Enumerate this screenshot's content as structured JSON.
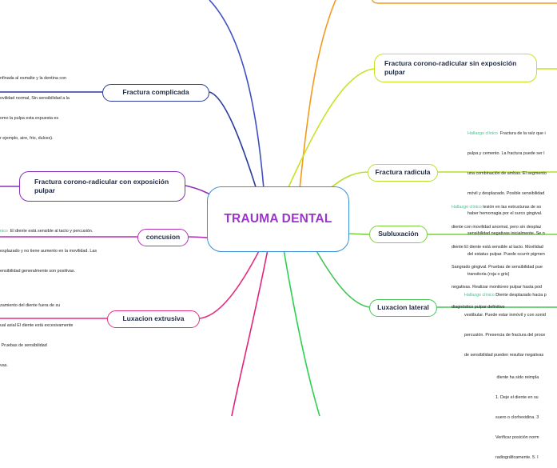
{
  "center": {
    "title": "TRAUMA DENTAL"
  },
  "branches": {
    "fractura_complicada": "Fractura complicada",
    "fractura_corono_radicular_con": "Fractura corono-radicular con exposición pulpar",
    "concusion": "concusion",
    "luxacion_extrusiva": "Luxacion extrusiva",
    "fractura_corono_radicular_sin": "Fractura corono-radicular sin exposición pulpar",
    "fractura_radicula": "Fractura radicula",
    "subluxacion": "Subluxación",
    "luxacion_lateral": "Luxacion lateral"
  },
  "notes": {
    "fractura_complicada": [
      "nfinada al esmalte y la dentina con",
      "ovilidad normal, Sin sensibilidad a la",
      "omo la pulpa esta expuesta es",
      "r ejemplo, aire, frio, dulces)."
    ],
    "concusion": {
      "label": "nico",
      "lines": [
        "  El diente está sensible al tacto y percusión.",
        "esplazado y no tiene aumento en la movilidad. Las",
        "ensibilidad generalmente son positivas."
      ]
    },
    "luxacion_extrusiva": [
      "zamiento del diente fuera de su",
      "ual axial El diente está excesivamente",
      " Pruebas de sensibilidad",
      "vas."
    ],
    "fractura_radicula": {
      "label": "Hallazgo clínico",
      "lines": [
        "  Fractura de la raíz que i",
        "pulpa y cemento. La fractura puede ser l",
        "una combinación de ambas. El segmento",
        "móvil y desplazado. Posible sensibilidad",
        "haber hemorragia por el surco gingival.",
        "sensibilidad negativas inicialmente. Se n",
        "del estatus pulpar. Puede ocurrir pigmen",
        "transitoria (roja o gris)"
      ]
    },
    "subluxacion": {
      "label": "Hallazgo clínico",
      "lines": [
        " lesión en las estructuras de so",
        "diente con movilidad anormal, pero sin desplaz",
        "diente El diente está sensible al tacto. Movilidad",
        "Sangrado gingival. Pruebas de sensibilidad pue",
        "negativas. Realizar monitoreo pulpar hasta pod",
        "diagnóstico pulpar definitivo"
      ]
    },
    "luxacion_lateral": {
      "label": "Hallazgo clínico",
      "lines": [
        " Diente desplazado hacia p",
        "vestibular. Puede estar inmóvil y con sonid",
        "percusión. Presencia de fractura del proce",
        "de sensibilidad pueden resultar negativas"
      ]
    },
    "bottom_right": [
      " diente ha sido reimpla",
      "1. Deje el diente en su",
      "suero o clorhexidina. 3",
      "Verificar posición norm",
      "radiográficamente. 5. I"
    ]
  },
  "colors": {
    "center_border": "#3b8fd8",
    "title": "#9b34c9",
    "highlight": "#3fc58a"
  }
}
